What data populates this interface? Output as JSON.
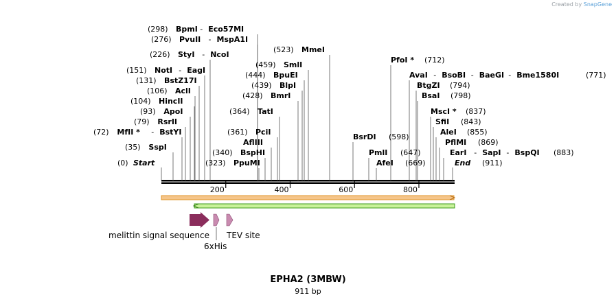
{
  "credit": {
    "prefix": "Created by",
    "brand": "SnapGene"
  },
  "title": "EPHA2 (3MBW)",
  "subtitle": "911 bp",
  "sequence_length": 911,
  "ruler": {
    "ticks": [
      200,
      400,
      600,
      800
    ]
  },
  "markers": [
    {
      "pos": 0,
      "name": "Start"
    },
    {
      "pos": 911,
      "name": "End"
    }
  ],
  "sites": [
    {
      "pos": "298",
      "names": [
        "BpmI",
        "Eco57MI"
      ]
    },
    {
      "pos": "276",
      "names": [
        "PvuII",
        "MspA1I"
      ]
    },
    {
      "pos": "226",
      "names": [
        "StyI",
        "NcoI"
      ]
    },
    {
      "pos": "151",
      "names": [
        "NotI",
        "EagI"
      ]
    },
    {
      "pos": "131",
      "names": [
        "BstZ17I"
      ]
    },
    {
      "pos": "106",
      "names": [
        "AclI"
      ]
    },
    {
      "pos": "104",
      "names": [
        "HincII"
      ]
    },
    {
      "pos": "93",
      "names": [
        "ApoI"
      ]
    },
    {
      "pos": "79",
      "names": [
        "RsrII"
      ]
    },
    {
      "pos": "72",
      "names": [
        "MfII *",
        "BstYI"
      ]
    },
    {
      "pos": "35",
      "names": [
        "SspI"
      ]
    },
    {
      "pos": "523",
      "names": [
        "MmeI"
      ]
    },
    {
      "pos": "459",
      "names": [
        "SmlI"
      ]
    },
    {
      "pos": "444",
      "names": [
        "BpuEI"
      ]
    },
    {
      "pos": "439",
      "names": [
        "BlpI"
      ]
    },
    {
      "pos": "428",
      "names": [
        "BmrI"
      ]
    },
    {
      "pos": "364",
      "names": [
        "TatI"
      ]
    },
    {
      "pos": "361",
      "names": [
        "PciI"
      ]
    },
    {
      "pos": "",
      "names": [
        "AflIII"
      ]
    },
    {
      "pos": "340",
      "names": [
        "BspHI"
      ]
    },
    {
      "pos": "323",
      "names": [
        "PpuMI"
      ]
    },
    {
      "pos": "712",
      "names": [
        "PfoI *"
      ]
    },
    {
      "pos": "771",
      "names": [
        "AvaI",
        "BsoBI",
        "BaeGI",
        "Bme1580I"
      ]
    },
    {
      "pos": "794",
      "names": [
        "BtgZI"
      ]
    },
    {
      "pos": "798",
      "names": [
        "BsaI"
      ]
    },
    {
      "pos": "837",
      "names": [
        "MscI *"
      ]
    },
    {
      "pos": "843",
      "names": [
        "SfiI"
      ]
    },
    {
      "pos": "855",
      "names": [
        "AleI"
      ]
    },
    {
      "pos": "869",
      "names": [
        "PflMI"
      ]
    },
    {
      "pos": "883",
      "names": [
        "EarI",
        "SapI",
        "BspQI"
      ]
    },
    {
      "pos": "598",
      "names": [
        "BsrDI"
      ]
    },
    {
      "pos": "647",
      "names": [
        "PmlI"
      ]
    },
    {
      "pos": "669",
      "names": [
        "AfeI"
      ]
    }
  ],
  "features": [
    {
      "name": "melittin signal sequence",
      "color": "#8b2d5c"
    },
    {
      "name": "6xHis",
      "color": "#c98bb0"
    },
    {
      "name": "TEV site",
      "color": "#c98bb0"
    }
  ],
  "colors": {
    "orange_bar": "#f5c58a",
    "orange_edge": "#e0952a",
    "green_bar": "#c9f29a",
    "green_edge": "#3c9a1a"
  }
}
